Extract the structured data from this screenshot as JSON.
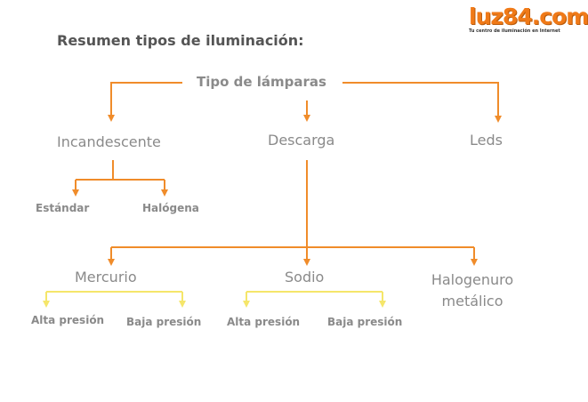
{
  "logo": {
    "brand": "luz84.com",
    "tagline": "Tu centro de iluminación en Internet"
  },
  "title": "Resumen tipos de iluminación:",
  "root": "Tipo de lámparas",
  "categories": {
    "incandescente": "Incandescente",
    "descarga": "Descarga",
    "leds": "Leds"
  },
  "incandescente_types": {
    "estandar": "Estándar",
    "halogena": "Halógena"
  },
  "descarga_types": {
    "mercurio": "Mercurio",
    "sodio": "Sodio",
    "halogenuro_line1": "Halogenuro",
    "halogenuro_line2": "metálico"
  },
  "mercurio_types": {
    "alta": "Alta presión",
    "baja": "Baja presión"
  },
  "sodio_types": {
    "alta": "Alta presión",
    "baja": "Baja presión"
  },
  "colors": {
    "orange": "#f08c2a",
    "yellow": "#f5e66a",
    "text": "#8a8a8a",
    "title": "#555555"
  }
}
